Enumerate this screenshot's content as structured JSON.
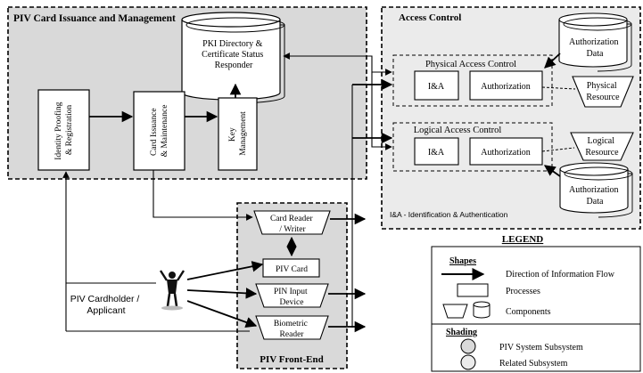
{
  "subsystems": {
    "piv_mgmt": {
      "title": "PIV Card Issuance and Management"
    },
    "access_control": {
      "title": "Access Control"
    },
    "physical_access": {
      "title": "Physical Access Control"
    },
    "logical_access": {
      "title": "Logical Access Control"
    },
    "front_end": {
      "title": "PIV Front-End"
    }
  },
  "processes": {
    "identity_proofing": [
      "Identity Proofing",
      "& Registration"
    ],
    "card_issuance": [
      "Card Issuance",
      "& Maintenance"
    ],
    "key_management": [
      "Key",
      "Management"
    ],
    "pki_directory": [
      "PKI Directory &",
      "Certificate Status",
      "Responder"
    ],
    "phys_ia": "I&A",
    "phys_auth": "Authorization",
    "log_ia": "I&A",
    "log_auth": "Authorization",
    "piv_card": "PIV Card"
  },
  "components": {
    "card_reader": [
      "Card Reader",
      "/ Writer"
    ],
    "pin_input": [
      "PIN Input",
      "Device"
    ],
    "biometric_reader": [
      "Biometric",
      "Reader"
    ],
    "physical_resource": [
      "Physical",
      "Resource"
    ],
    "logical_resource": [
      "Logical",
      "Resource"
    ],
    "auth_data_top": [
      "Authorization",
      "Data"
    ],
    "auth_data_bottom": [
      "Authorization",
      "Data"
    ]
  },
  "labels": {
    "ia_note": "I&A - Identification & Authentication",
    "cardholder": [
      "PIV Cardholder /",
      "Applicant"
    ]
  },
  "legend": {
    "title": "LEGEND",
    "shapes_heading": "Shapes",
    "shading_heading": "Shading",
    "direction": "Direction of Information Flow",
    "processes": "Processes",
    "components": "Components",
    "piv_subsystem": "PIV System Subsystem",
    "related_subsystem": "Related Subsystem"
  },
  "colors": {
    "piv_shading": "#d9d9d9",
    "related_shading": "#ebebeb",
    "line": "#000000"
  }
}
